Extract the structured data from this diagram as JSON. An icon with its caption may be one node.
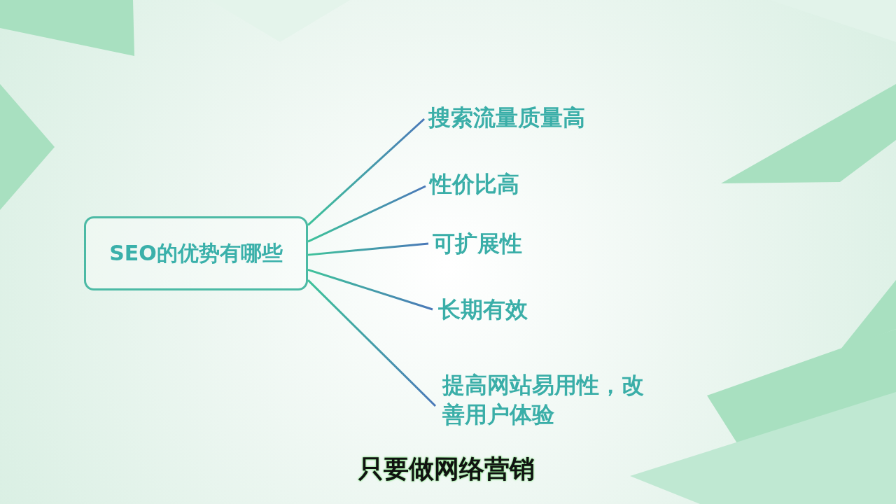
{
  "diagram": {
    "nodes": [
      {
        "text": [
          "SEO的优势有哪些"
        ]
      },
      {
        "text": [
          "搜索流量质量高"
        ]
      },
      {
        "text": [
          "性价比高"
        ]
      },
      {
        "text": [
          "可扩展性"
        ]
      },
      {
        "text": [
          "长期有效"
        ]
      },
      {
        "text": [
          "提高网站易用性，改善用户体验"
        ]
      }
    ],
    "edges": [
      {
        "from": 0,
        "to": 1,
        "arrow": "none"
      },
      {
        "from": 0,
        "to": 2,
        "arrow": "none"
      },
      {
        "from": 0,
        "to": 3,
        "arrow": "none"
      },
      {
        "from": 0,
        "to": 4,
        "arrow": "none"
      },
      {
        "from": 0,
        "to": 5,
        "arrow": "none"
      }
    ],
    "labels": [
      "只要做网络营销"
    ]
  }
}
